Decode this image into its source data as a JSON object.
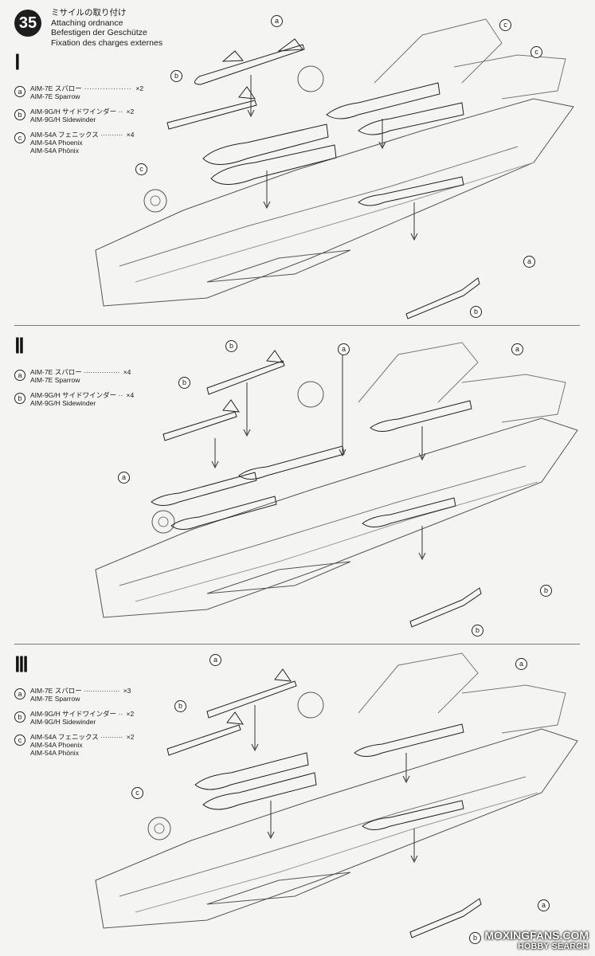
{
  "step": {
    "number": "35",
    "title_ja": "ミサイルの取り付け",
    "title_en": "Attaching ordnance",
    "title_de": "Befestigen der Geschütze",
    "title_fr": "Fixation des charges externes"
  },
  "sections": [
    {
      "numeral": "Ⅰ",
      "parts": [
        {
          "letter": "a",
          "ja": "AIM-7E スパロー",
          "qty": "×2",
          "en": "AIM-7E Sparrow"
        },
        {
          "letter": "b",
          "ja": "AIM-9G/H サイドワインダー",
          "qty": "×2",
          "en": "AIM-9G/H Sidewinder"
        },
        {
          "letter": "c",
          "ja": "AIM-54A フェニックス",
          "qty": "×4",
          "en": "AIM-54A Phoenix",
          "de": "AIM-54A Phönix"
        }
      ],
      "callouts": [
        "a",
        "c",
        "c",
        "b",
        "c",
        "a",
        "b"
      ]
    },
    {
      "numeral": "Ⅱ",
      "parts": [
        {
          "letter": "a",
          "ja": "AIM-7E スパロー",
          "qty": "×4",
          "en": "AIM-7E Sparrow"
        },
        {
          "letter": "b",
          "ja": "AIM-9G/H サイドワインダー",
          "qty": "×4",
          "en": "AIM-9G/H Sidewinder"
        }
      ],
      "callouts": [
        "b",
        "a",
        "a",
        "b",
        "a",
        "b",
        "b"
      ]
    },
    {
      "numeral": "Ⅲ",
      "parts": [
        {
          "letter": "a",
          "ja": "AIM-7E スパロー",
          "qty": "×3",
          "en": "AIM-7E Sparrow"
        },
        {
          "letter": "b",
          "ja": "AIM-9G/H サイドワインダー",
          "qty": "×2",
          "en": "AIM-9G/H Sidewinder"
        },
        {
          "letter": "c",
          "ja": "AIM-54A フェニックス",
          "qty": "×2",
          "en": "AIM-54A Phoenix",
          "de": "AIM-54A Phönix"
        }
      ],
      "callouts": [
        "a",
        "a",
        "b",
        "c",
        "a",
        "b"
      ]
    }
  ],
  "watermark": {
    "line1": "MOXINGFANS.COM",
    "line2": "HOBBY SEARCH"
  }
}
